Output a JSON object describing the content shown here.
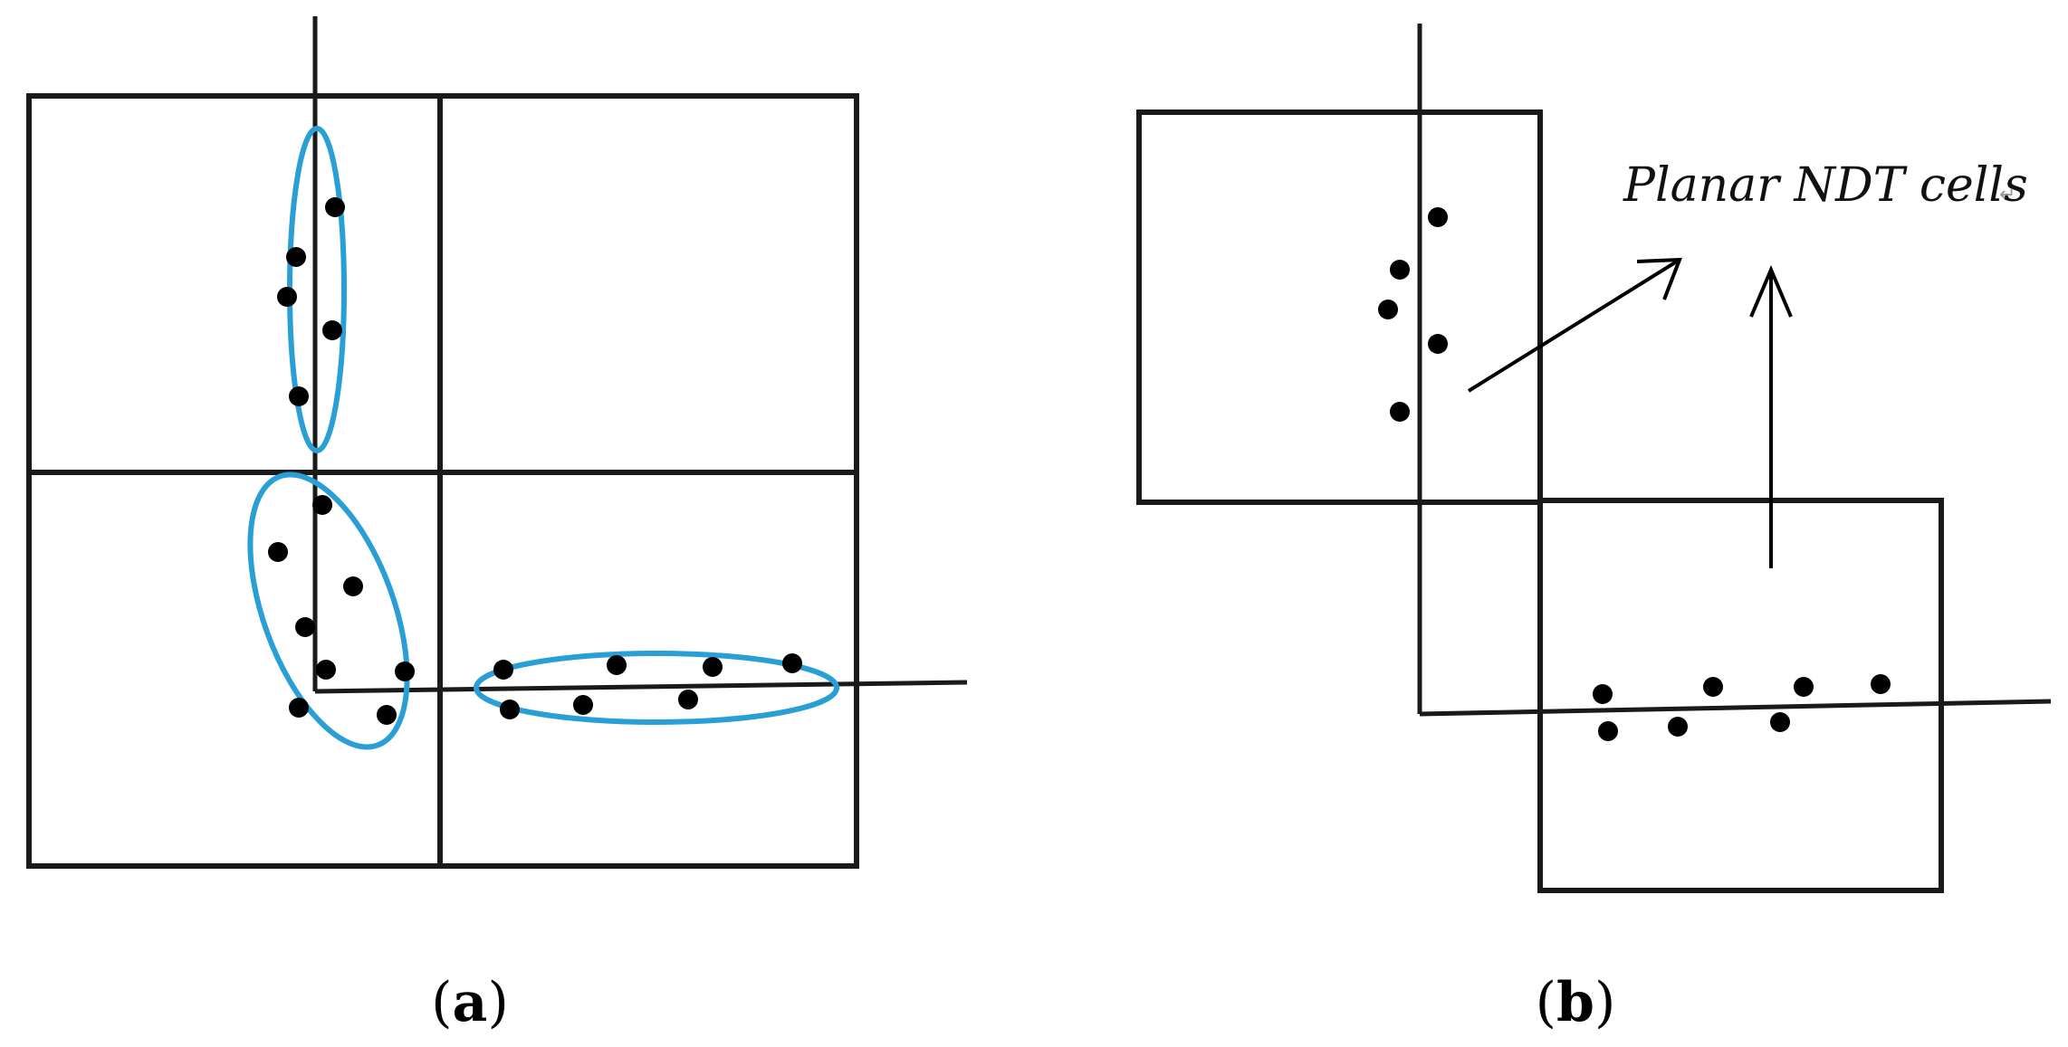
{
  "panel_a": {
    "caption_open": "(",
    "caption_letter": "a",
    "caption_close": ")"
  },
  "panel_b": {
    "caption_open": "(",
    "caption_letter": "b",
    "caption_close": ")",
    "annotation": "Planar NDT cells",
    "annotation_mark": "↵"
  },
  "colors": {
    "outline": "#1a1a1a",
    "ellipse": "#2a9fd6",
    "points": "#000000"
  }
}
